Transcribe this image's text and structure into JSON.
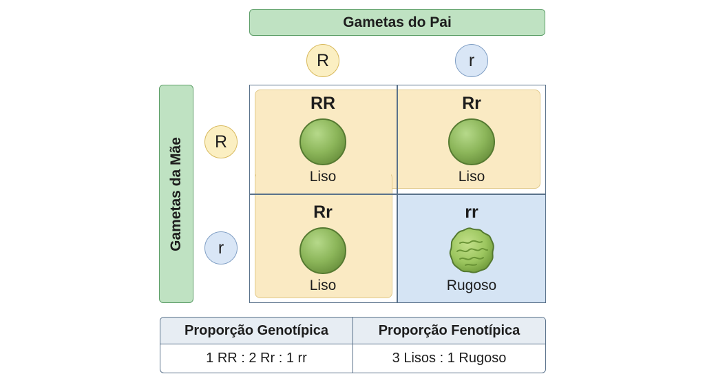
{
  "father": {
    "title": "Gametas do Pai",
    "alleles": [
      "R",
      "r"
    ]
  },
  "mother": {
    "title": "Gametas da Mãe",
    "alleles": [
      "R",
      "r"
    ]
  },
  "cells": [
    {
      "genotype": "RR",
      "phenotype": "Liso",
      "pea": "smooth-pea-icon"
    },
    {
      "genotype": "Rr",
      "phenotype": "Liso",
      "pea": "smooth-pea-icon"
    },
    {
      "genotype": "Rr",
      "phenotype": "Liso",
      "pea": "smooth-pea-icon"
    },
    {
      "genotype": "rr",
      "phenotype": "Rugoso",
      "pea": "wrinkled-pea-icon"
    }
  ],
  "summary": {
    "genotypic_header": "Proporção Genotípica",
    "phenotypic_header": "Proporção Fenotípica",
    "genotypic_value": "1 RR : 2 Rr : 1 rr",
    "phenotypic_value": "3 Lisos : 1 Rugoso"
  },
  "colors": {
    "gamete_bar": "#bfe2c2",
    "dominant": "#faeac3",
    "recessive": "#d5e4f4",
    "pea_smooth": "#8cb65a",
    "pea_wrinkled": "#9cc65f"
  }
}
